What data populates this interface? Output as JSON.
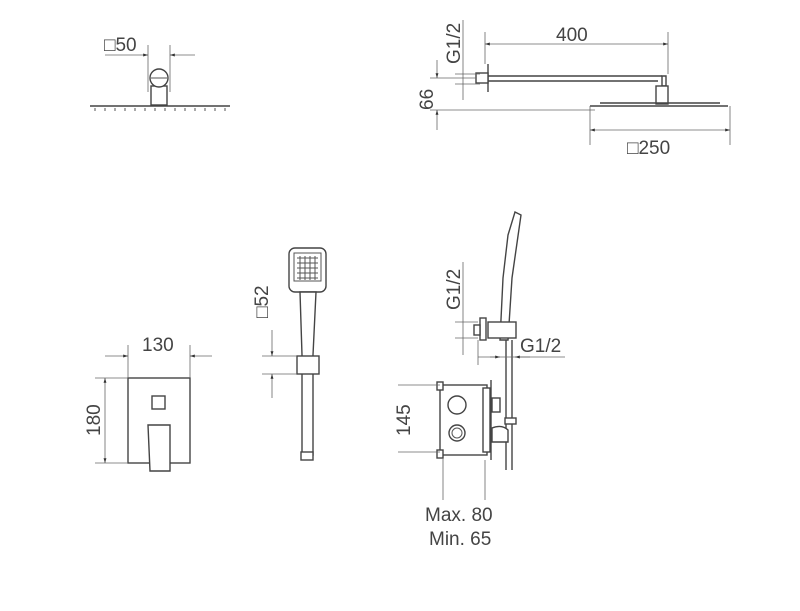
{
  "title": "Concealed shower system technical drawing",
  "dimensions": {
    "head_connector_square": "□50",
    "arm_length": "400",
    "arm_thread": "G1/2",
    "arm_height": "66",
    "head_square": "□250",
    "hand_shower_square": "□52",
    "plate_width": "130",
    "plate_height": "180",
    "outlet_thread_vertical": "G1/2",
    "outlet_thread_horizontal": "G1/2",
    "box_height": "145",
    "depth_max": "Max. 80",
    "depth_min": "Min. 65"
  },
  "colors": {
    "line": "#555555",
    "text": "#444444"
  }
}
